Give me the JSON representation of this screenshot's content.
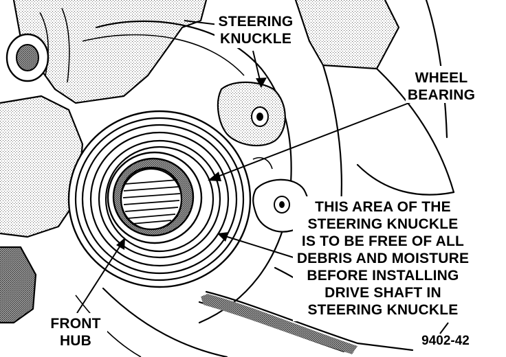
{
  "labels": {
    "steering_knuckle": [
      "STEERING",
      "KNUCKLE"
    ],
    "wheel_bearing": [
      "WHEEL",
      "BEARING"
    ],
    "area_note": [
      "THIS AREA OF THE",
      "STEERING KNUCKLE",
      "IS TO BE FREE OF ALL",
      "DEBRIS AND MOISTURE",
      "BEFORE INSTALLING",
      "DRIVE SHAFT IN",
      "STEERING KNUCKLE"
    ],
    "front_hub": [
      "FRONT",
      "HUB"
    ]
  },
  "figure_number": "9402-42"
}
